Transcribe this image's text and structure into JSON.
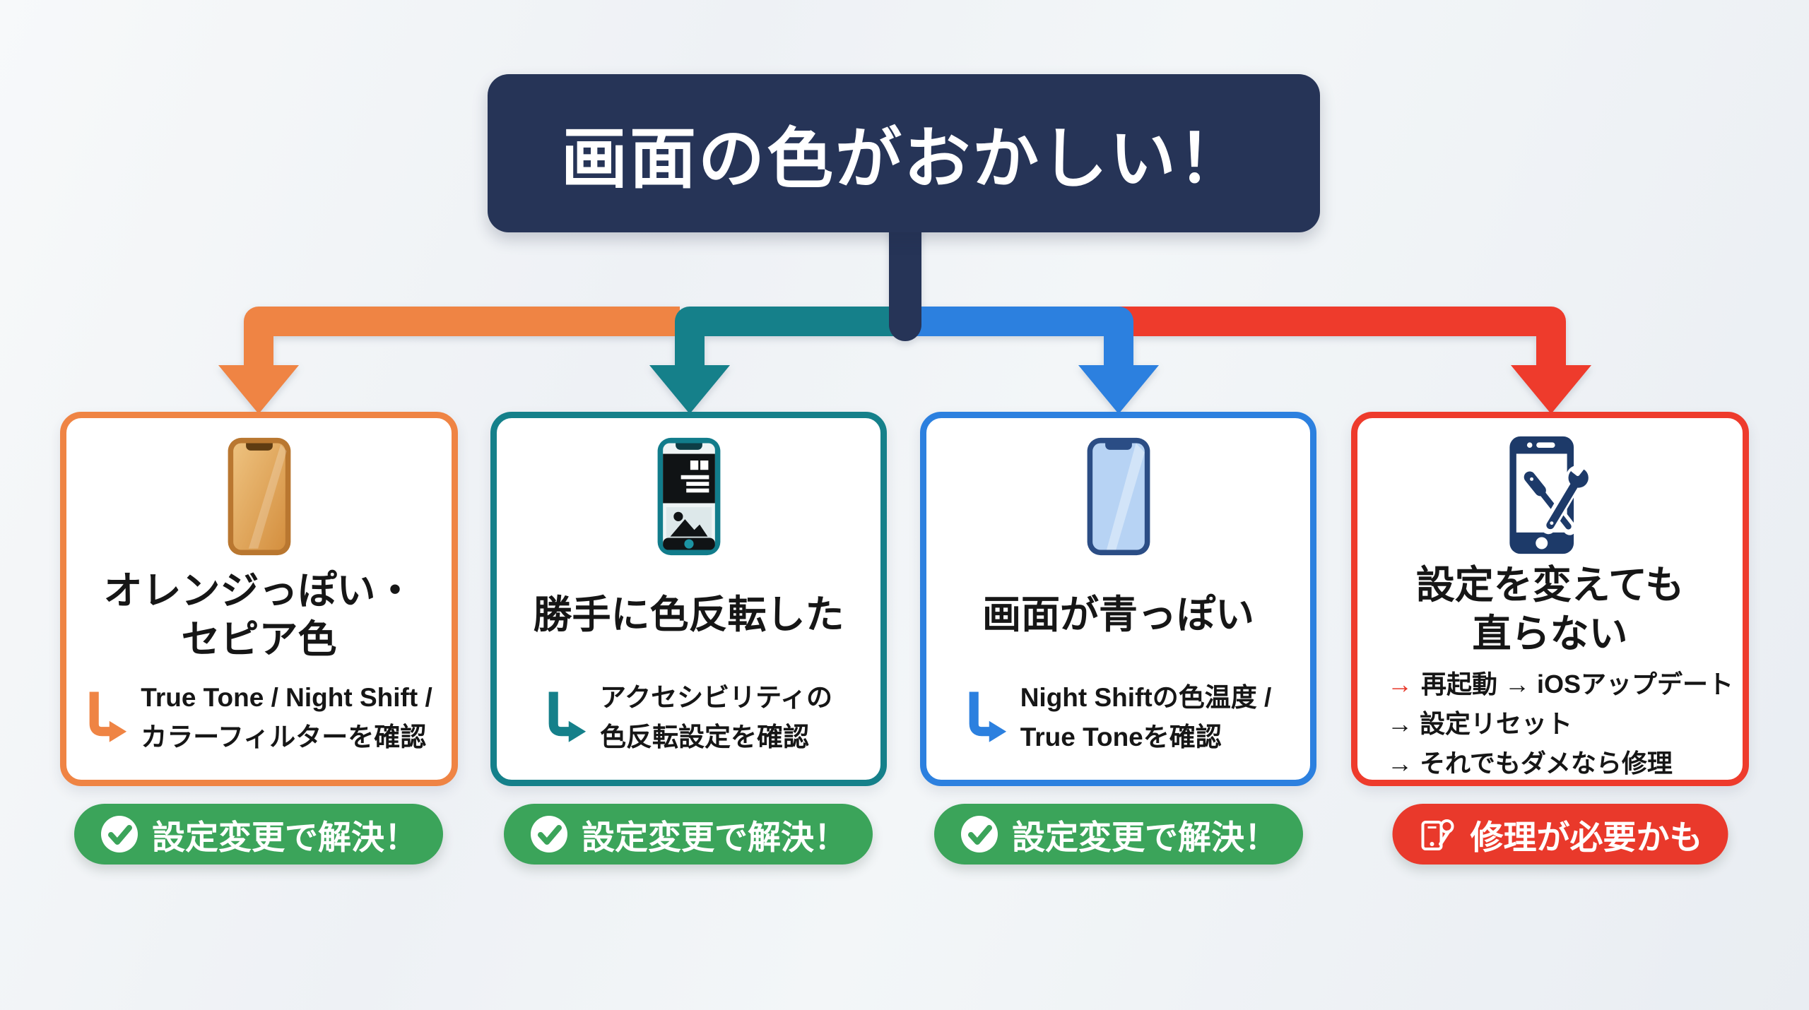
{
  "title": "画面の色がおかしい！",
  "palette": {
    "background": "#eef1f5",
    "navy": "#263457",
    "orange": "#ef8444",
    "teal": "#15808a",
    "blue": "#2c80df",
    "red": "#ee3b2c",
    "green": "#3ba45a",
    "card_background": "#ffffff",
    "text": "#161616"
  },
  "cards": [
    {
      "id": "orange-sepia",
      "accent": "#ef8444",
      "icon": "phone-sepia-screen-icon",
      "title_lines": [
        "オレンジっぽい・",
        "セピア色"
      ],
      "sub_lines": [
        "True Tone / Night Shift /",
        "カラーフィルターを確認"
      ],
      "badge_label": "設定変更で解決！"
    },
    {
      "id": "inverted-colors",
      "accent": "#15808a",
      "icon": "phone-inverted-colors-icon",
      "title_lines": [
        "勝手に色反転した"
      ],
      "sub_lines": [
        "アクセシビリティの",
        "色反転設定を確認"
      ],
      "badge_label": "設定変更で解決！"
    },
    {
      "id": "bluish-screen",
      "accent": "#2c80df",
      "icon": "phone-blue-screen-icon",
      "title_lines": [
        "画面が青っぽい"
      ],
      "sub_lines": [
        "Night Shiftの色温度 /",
        "True Toneを確認"
      ],
      "badge_label": "設定変更で解決！"
    },
    {
      "id": "settings-dont-fix",
      "accent": "#ee3b2c",
      "icon": "phone-repair-icon",
      "title_lines": [
        "設定を変えても",
        "直らない"
      ],
      "sub_lines": [
        "再起動 → iOSアップデート",
        "→ 設定リセット",
        "→ それでもダメなら修理"
      ],
      "badge_label": "修理が必要かも"
    }
  ]
}
